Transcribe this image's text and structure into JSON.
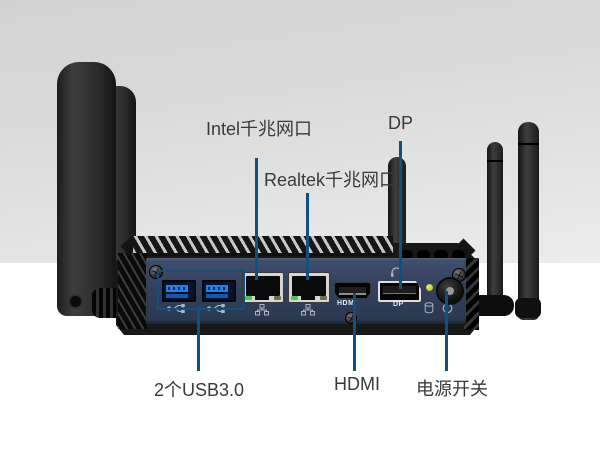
{
  "colors": {
    "callout_blue": "#11507E",
    "panel_navy": "#35425E",
    "usb_blue": "#2F7CE0",
    "led_yellow_green": "#C2CF2B",
    "label_text": "#3A3A3A",
    "background_gray": "#DCDCDC",
    "background_white": "#FFFFFF"
  },
  "callouts": {
    "intel_lan": {
      "label": "Intel千兆网口"
    },
    "realtek_lan": {
      "label": "Realtek千兆网口"
    },
    "dp": {
      "label": "DP"
    },
    "usb": {
      "label": "2个USB3.0"
    },
    "hdmi": {
      "label": "HDMI"
    },
    "power": {
      "label": "电源开关"
    }
  },
  "device": {
    "type": "fanless mini PC rear panel with four antennas",
    "ports": {
      "usb_count": 2,
      "lan_count": 2,
      "hdmi_print": "HDMI",
      "dp_print": "DP"
    },
    "icons": [
      "usb-trident-icon",
      "ethernet-nodes-icon",
      "headphone-icon",
      "hdd-indicator-icon",
      "power-symbol-icon"
    ]
  }
}
